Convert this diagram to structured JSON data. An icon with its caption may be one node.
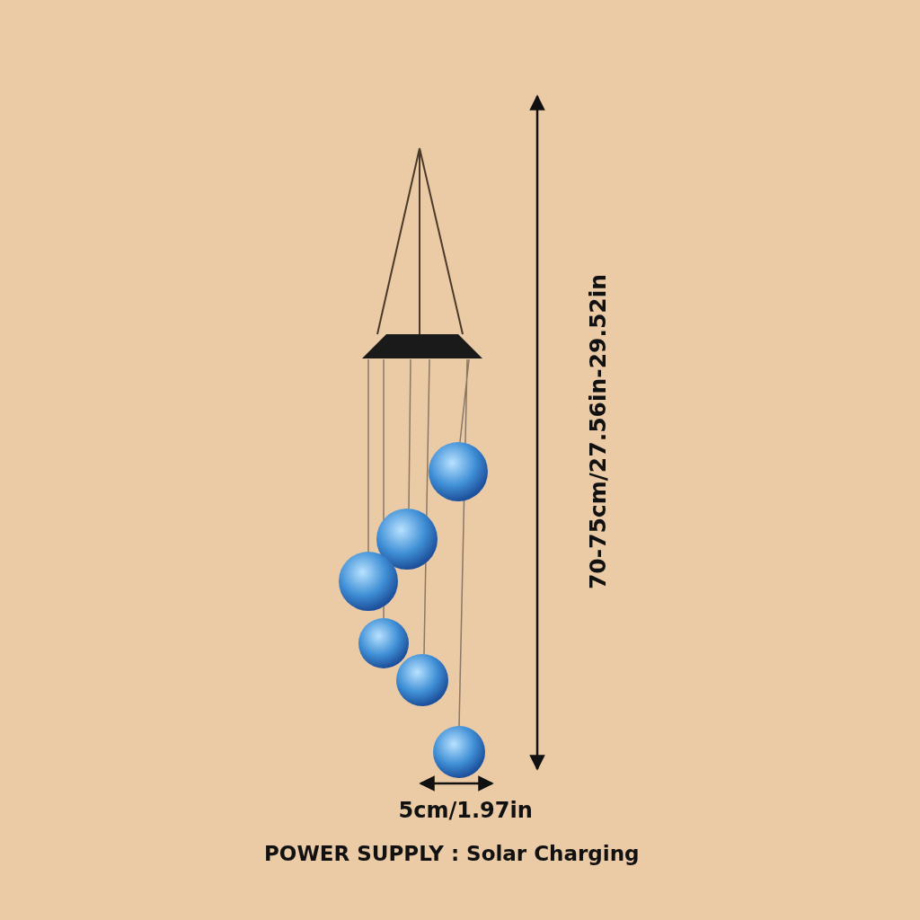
{
  "diagram": {
    "labels": [
      "70-75cm/27.56in-29.52in",
      "5cm/1.97in",
      "POWER SUPPLY : Solar Charging"
    ]
  }
}
